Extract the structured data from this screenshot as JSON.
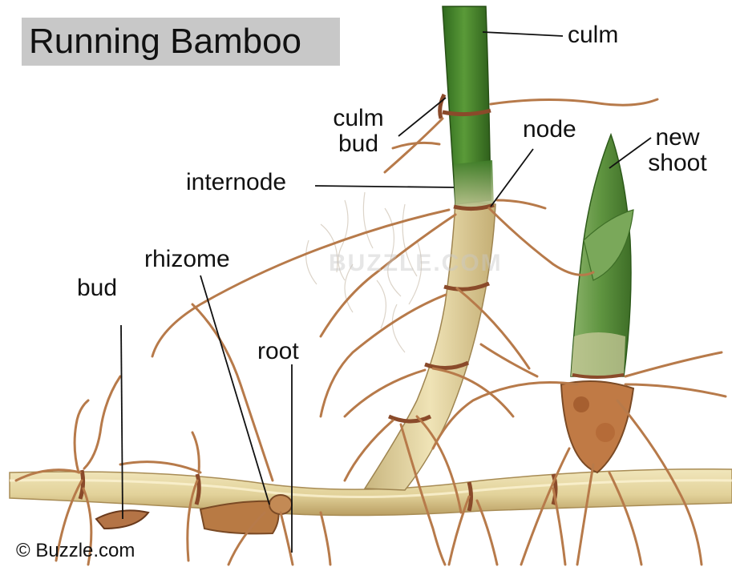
{
  "title": "Running Bamboo",
  "labels": {
    "culm": "culm",
    "culm_bud_line1": "culm",
    "culm_bud_line2": "bud",
    "node": "node",
    "new_shoot_line1": "new",
    "new_shoot_line2": "shoot",
    "internode": "internode",
    "rhizome": "rhizome",
    "bud": "bud",
    "root": "root"
  },
  "watermark": "BUZZLE.COM",
  "copyright": "© Buzzle.com",
  "colors": {
    "title_background": "#c8c8c8",
    "culm_green": "#4f8a2e",
    "rhizome_tan": "#e7d9a6",
    "root_brown": "#b77a4a",
    "node_band": "#8a4a2a",
    "leader_line": "#111111"
  }
}
